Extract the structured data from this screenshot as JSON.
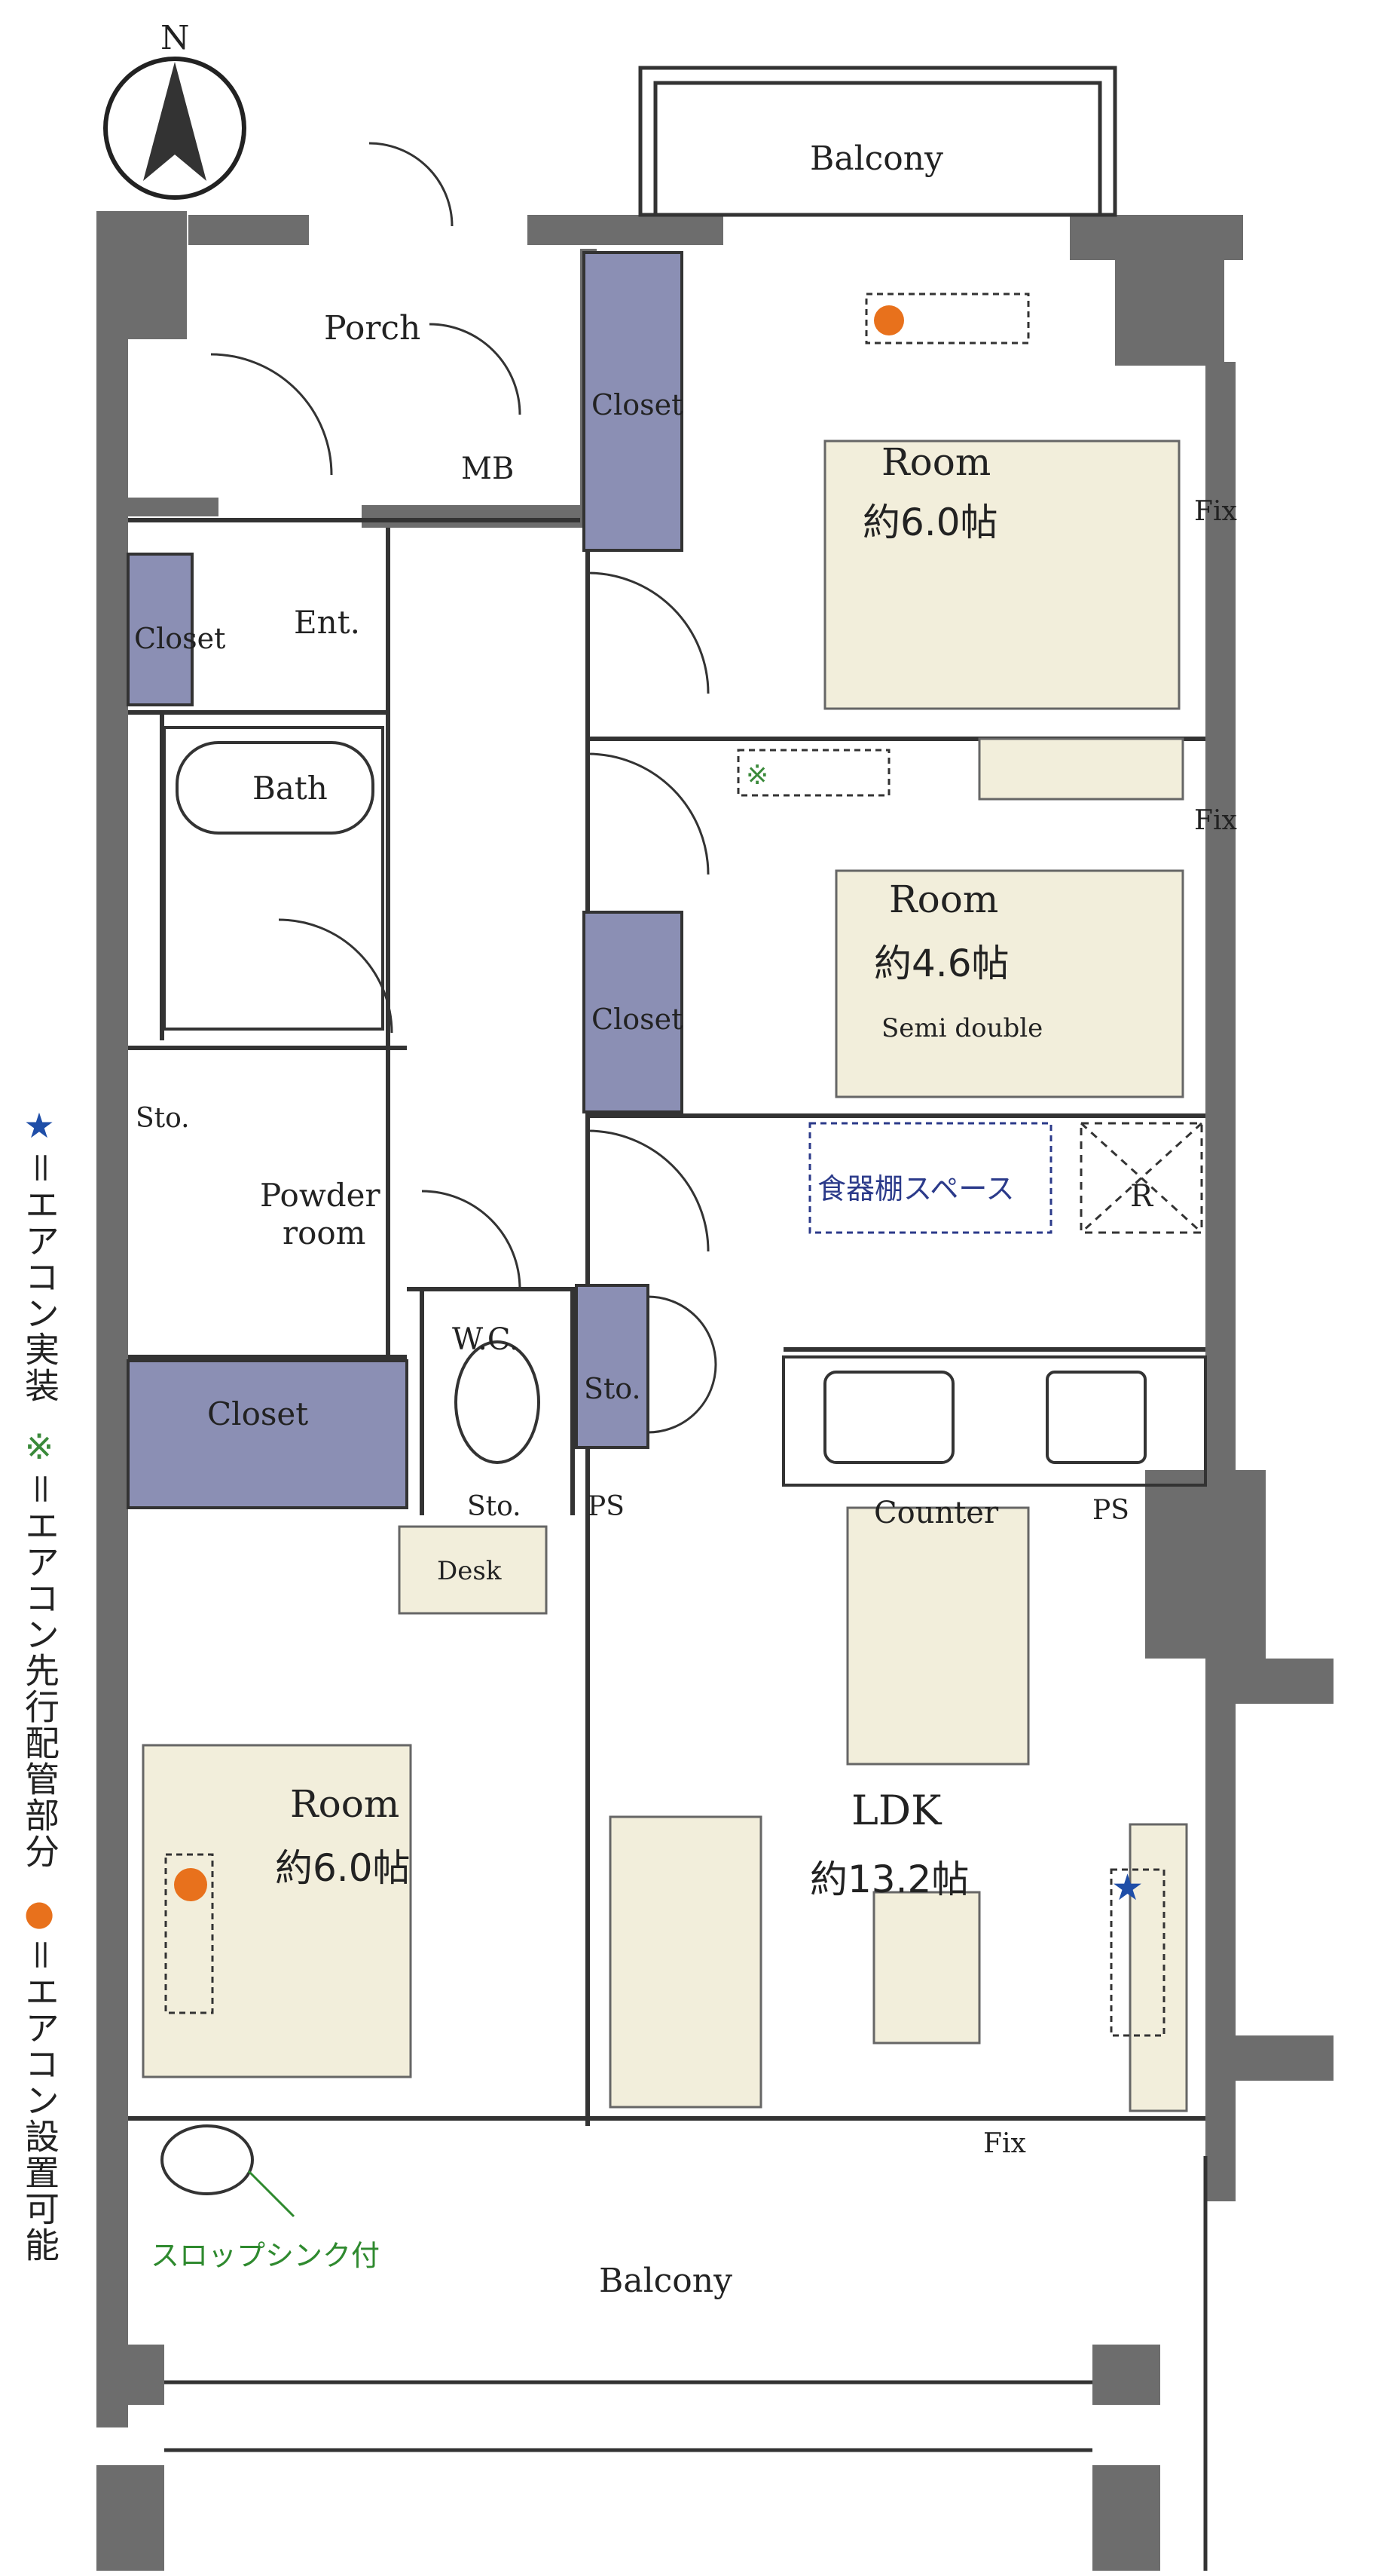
{
  "north": "N",
  "rooms": {
    "porch": "Porch",
    "mb": "MB",
    "ent": "Ent.",
    "closet_ent": "Closet",
    "bath": "Bath",
    "sto_powder": "Sto.",
    "powder_room_1": "Powder",
    "powder_room_2": "room",
    "closet_bottom": "Closet",
    "wc": "W.C.",
    "sto_wc": "Sto.",
    "sto_right": "Sto.",
    "ps_1": "PS",
    "ps_2": "PS",
    "desk": "Desk",
    "room1_name": "Room",
    "room1_size": "約6.0帖",
    "closet_room1": "Closet",
    "fix_1": "Fix",
    "fix_2": "Fix",
    "fix_3": "Fix",
    "room2_name": "Room",
    "room2_size": "約4.6帖",
    "semi_double": "Semi double",
    "closet_room2": "Closet",
    "cupboard_space": "食器棚スペース",
    "fridge": "R",
    "counter": "Counter",
    "ldk_name": "LDK",
    "ldk_size": "約13.2帖",
    "room3_name": "Room",
    "room3_size": "約6.0帖",
    "balcony_top": "Balcony",
    "balcony_bottom": "Balcony",
    "slop_sink": "スロップシンク付"
  },
  "legend": {
    "star_mark": "★",
    "star_text": "＝エアコン実装",
    "kome_mark": "※",
    "kome_text": "＝エアコン先行配管部分",
    "dot_mark": "●",
    "dot_text": "＝エアコン設置可能"
  },
  "colors": {
    "wall": "#6d6d6d",
    "closet": "#8b8fb4",
    "furniture": "#f2eedb",
    "star": "#1f4ea8",
    "dot": "#e8711c",
    "kome": "#3a8a3a",
    "slop_sink_text": "#2f8a2f",
    "cupboard_text": "#2b3a8a"
  }
}
